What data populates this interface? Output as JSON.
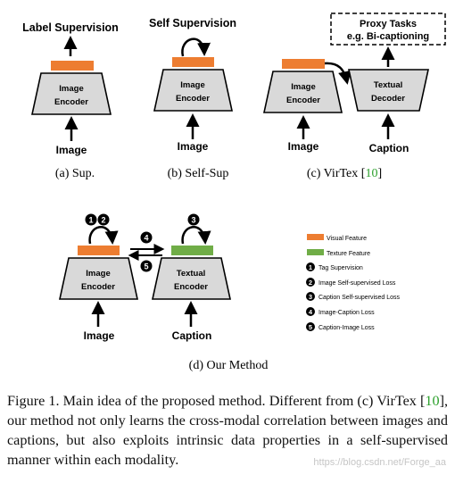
{
  "colors": {
    "visual_feature": "#ed7d31",
    "texture_feature": "#70ad47",
    "encoder_fill": "#d9d9d9",
    "citation": "#2ca02c"
  },
  "panels": {
    "a": {
      "top_label": "Label Supervision",
      "encoder_line1": "Image",
      "encoder_line2": "Encoder",
      "input_label": "Image",
      "subcaption": "(a)  Sup."
    },
    "b": {
      "top_label": "Self Supervision",
      "encoder_line1": "Image",
      "encoder_line2": "Encoder",
      "input_label": "Image",
      "subcaption": "(b)  Self-Sup"
    },
    "c": {
      "proxy_line1": "Proxy Tasks",
      "proxy_line2": "e.g. Bi-captioning",
      "encoder_line1": "Image",
      "encoder_line2": "Encoder",
      "decoder_line1": "Textual",
      "decoder_line2": "Decoder",
      "input_label_image": "Image",
      "input_label_caption": "Caption",
      "subcaption_prefix": "(c)  VirTex [",
      "subcaption_cite": "10",
      "subcaption_suffix": "]"
    },
    "d": {
      "image_encoder_line1": "Image",
      "image_encoder_line2": "Encoder",
      "text_encoder_line1": "Textual",
      "text_encoder_line2": "Encoder",
      "input_label_image": "Image",
      "input_label_caption": "Caption",
      "badge_left_1": "1",
      "badge_left_2": "2",
      "badge_right": "3",
      "badge_cross_top": "4",
      "badge_cross_bottom": "5",
      "subcaption": "(d)  Our Method"
    }
  },
  "legend": {
    "visual_feature": "Visual Feature",
    "texture_feature": "Texture Feature",
    "items": [
      {
        "num": "1",
        "label": "Tag Supervision"
      },
      {
        "num": "2",
        "label": "Image Self-supervised Loss"
      },
      {
        "num": "3",
        "label": "Caption Self-supervised Loss"
      },
      {
        "num": "4",
        "label": "Image-Caption Loss"
      },
      {
        "num": "5",
        "label": "Caption-Image Loss"
      }
    ]
  },
  "figure_caption": {
    "part1": "Figure 1.  Main idea of the proposed method. Different from (c) VirTex [",
    "cite": "10",
    "part2": "], our method not only learns the cross-modal correlation between images and captions, but also exploits intrinsic data properties in a self-supervised manner within each modality."
  },
  "watermark": "https://blog.csdn.net/Forge_aa"
}
